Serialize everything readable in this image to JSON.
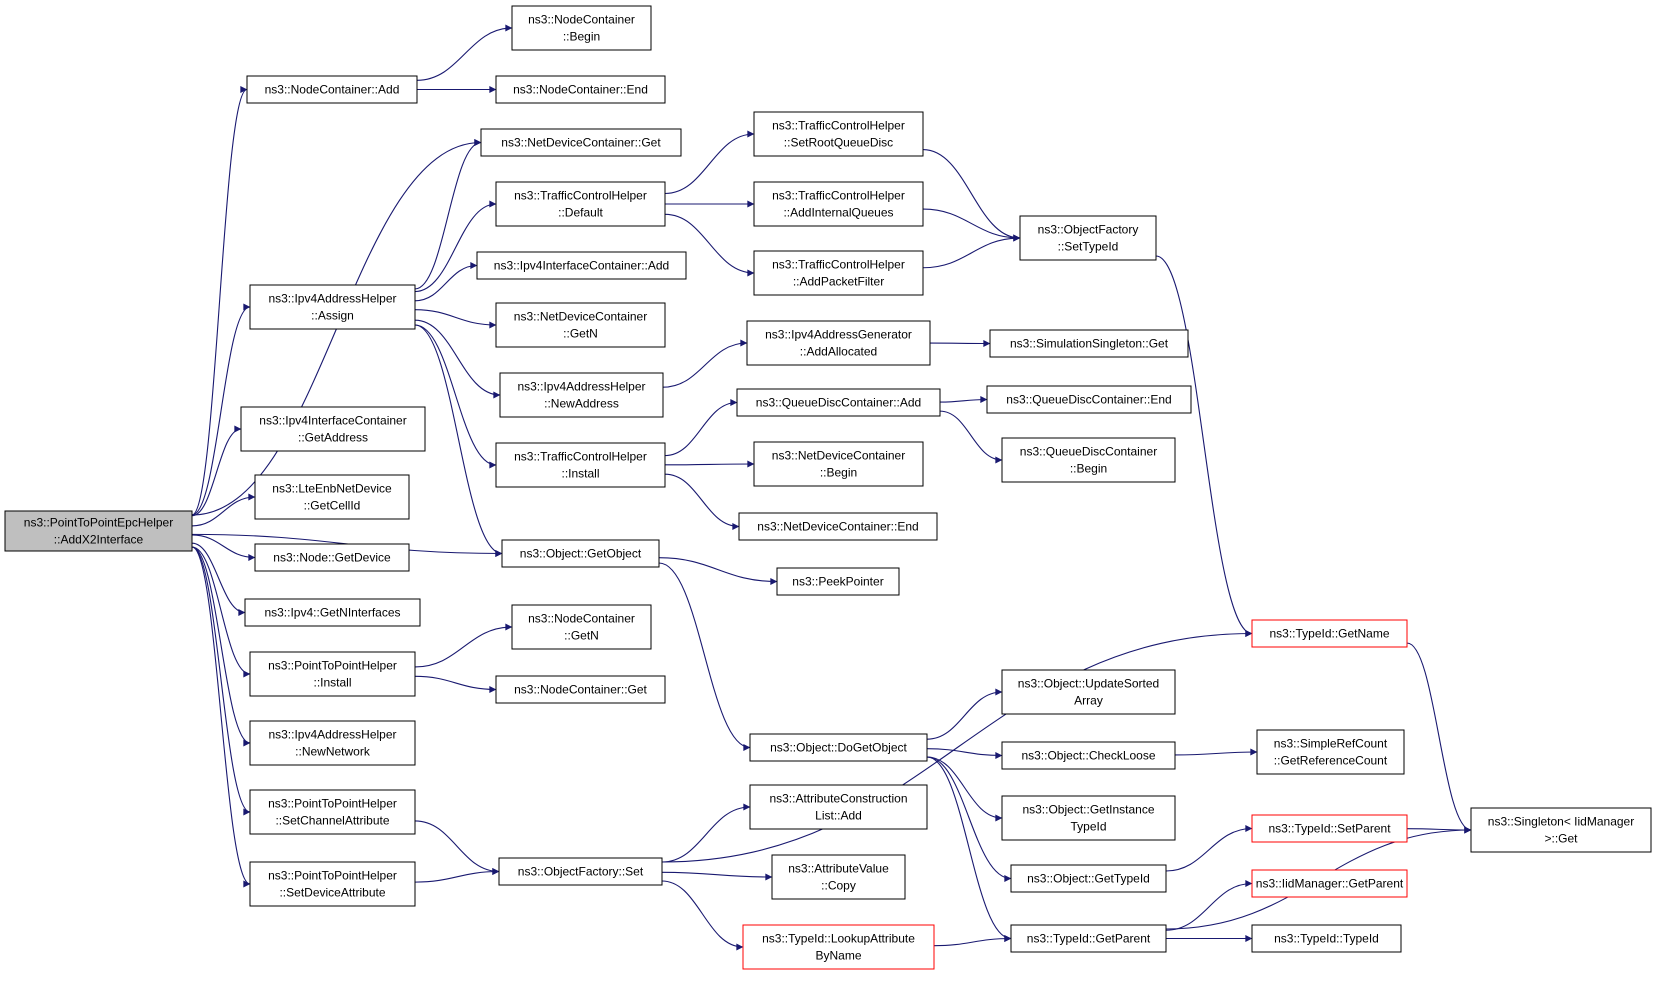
{
  "colors": {
    "edge": "#191970",
    "node_fill": "#ffffff",
    "node_border": "#000000",
    "root_fill": "#bfbfbf",
    "external_border": "#ff0000"
  },
  "nodes": {
    "root": {
      "lines": [
        "ns3::PointToPointEpcHelper",
        "::AddX2Interface"
      ],
      "kind": "root"
    },
    "nc_add": {
      "lines": [
        "ns3::NodeContainer::Add"
      ],
      "kind": "normal"
    },
    "nc_begin": {
      "lines": [
        "ns3::NodeContainer",
        "::Begin"
      ],
      "kind": "normal"
    },
    "nc_end": {
      "lines": [
        "ns3::NodeContainer::End"
      ],
      "kind": "normal"
    },
    "ndc_get": {
      "lines": [
        "ns3::NetDeviceContainer::Get"
      ],
      "kind": "normal"
    },
    "tch_default": {
      "lines": [
        "ns3::TrafficControlHelper",
        "::Default"
      ],
      "kind": "normal"
    },
    "tch_setroot": {
      "lines": [
        "ns3::TrafficControlHelper",
        "::SetRootQueueDisc"
      ],
      "kind": "normal"
    },
    "tch_addinternal": {
      "lines": [
        "ns3::TrafficControlHelper",
        "::AddInternalQueues"
      ],
      "kind": "normal"
    },
    "tch_addpacket": {
      "lines": [
        "ns3::TrafficControlHelper",
        "::AddPacketFilter"
      ],
      "kind": "normal"
    },
    "of_settypeid": {
      "lines": [
        "ns3::ObjectFactory",
        "::SetTypeId"
      ],
      "kind": "normal"
    },
    "iic_add": {
      "lines": [
        "ns3::Ipv4InterfaceContainer::Add"
      ],
      "kind": "normal"
    },
    "ipv4ah_assign": {
      "lines": [
        "ns3::Ipv4AddressHelper",
        "::Assign"
      ],
      "kind": "normal"
    },
    "ndc_getn": {
      "lines": [
        "ns3::NetDeviceContainer",
        "::GetN"
      ],
      "kind": "normal"
    },
    "ipv4ag_addalloc": {
      "lines": [
        "ns3::Ipv4AddressGenerator",
        "::AddAllocated"
      ],
      "kind": "normal"
    },
    "sim_singleton_get": {
      "lines": [
        "ns3::SimulationSingleton::Get"
      ],
      "kind": "normal"
    },
    "ipv4ah_newaddr": {
      "lines": [
        "ns3::Ipv4AddressHelper",
        "::NewAddress"
      ],
      "kind": "normal"
    },
    "qdc_add": {
      "lines": [
        "ns3::QueueDiscContainer::Add"
      ],
      "kind": "normal"
    },
    "qdc_end": {
      "lines": [
        "ns3::QueueDiscContainer::End"
      ],
      "kind": "normal"
    },
    "qdc_begin": {
      "lines": [
        "ns3::QueueDiscContainer",
        "::Begin"
      ],
      "kind": "normal"
    },
    "iic_getaddr": {
      "lines": [
        "ns3::Ipv4InterfaceContainer",
        "::GetAddress"
      ],
      "kind": "normal"
    },
    "tch_install": {
      "lines": [
        "ns3::TrafficControlHelper",
        "::Install"
      ],
      "kind": "normal"
    },
    "ndc_begin": {
      "lines": [
        "ns3::NetDeviceContainer",
        "::Begin"
      ],
      "kind": "normal"
    },
    "lte_getcellid": {
      "lines": [
        "ns3::LteEnbNetDevice",
        "::GetCellId"
      ],
      "kind": "normal"
    },
    "ndc_end": {
      "lines": [
        "ns3::NetDeviceContainer::End"
      ],
      "kind": "normal"
    },
    "node_getdevice": {
      "lines": [
        "ns3::Node::GetDevice"
      ],
      "kind": "normal"
    },
    "obj_getobject": {
      "lines": [
        "ns3::Object::GetObject"
      ],
      "kind": "normal"
    },
    "peekpointer": {
      "lines": [
        "ns3::PeekPointer"
      ],
      "kind": "normal"
    },
    "ipv4_getninterfaces": {
      "lines": [
        "ns3::Ipv4::GetNInterfaces"
      ],
      "kind": "normal"
    },
    "nc_getn": {
      "lines": [
        "ns3::NodeContainer",
        "::GetN"
      ],
      "kind": "normal"
    },
    "typeid_getname": {
      "lines": [
        "ns3::TypeId::GetName"
      ],
      "kind": "external"
    },
    "p2p_install": {
      "lines": [
        "ns3::PointToPointHelper",
        "::Install"
      ],
      "kind": "normal"
    },
    "nc_get": {
      "lines": [
        "ns3::NodeContainer::Get"
      ],
      "kind": "normal"
    },
    "obj_updatesorted": {
      "lines": [
        "ns3::Object::UpdateSorted",
        "Array"
      ],
      "kind": "normal"
    },
    "ipv4ah_newnetwork": {
      "lines": [
        "ns3::Ipv4AddressHelper",
        "::NewNetwork"
      ],
      "kind": "normal"
    },
    "obj_dogetobject": {
      "lines": [
        "ns3::Object::DoGetObject"
      ],
      "kind": "normal"
    },
    "obj_checkloose": {
      "lines": [
        "ns3::Object::CheckLoose"
      ],
      "kind": "normal"
    },
    "simplerefcount": {
      "lines": [
        "ns3::SimpleRefCount",
        "::GetReferenceCount"
      ],
      "kind": "normal"
    },
    "p2p_setchannel": {
      "lines": [
        "ns3::PointToPointHelper",
        "::SetChannelAttribute"
      ],
      "kind": "normal"
    },
    "attr_constr_add": {
      "lines": [
        "ns3::AttributeConstruction",
        "List::Add"
      ],
      "kind": "normal"
    },
    "obj_getinstance": {
      "lines": [
        "ns3::Object::GetInstance",
        "TypeId"
      ],
      "kind": "normal"
    },
    "typeid_setparent": {
      "lines": [
        "ns3::TypeId::SetParent"
      ],
      "kind": "external"
    },
    "singleton_get": {
      "lines": [
        "ns3::Singleton< IidManager",
        ">::Get"
      ],
      "kind": "normal"
    },
    "p2p_setdevice": {
      "lines": [
        "ns3::PointToPointHelper",
        "::SetDeviceAttribute"
      ],
      "kind": "normal"
    },
    "of_set": {
      "lines": [
        "ns3::ObjectFactory::Set"
      ],
      "kind": "normal"
    },
    "attrval_copy": {
      "lines": [
        "ns3::AttributeValue",
        "::Copy"
      ],
      "kind": "normal"
    },
    "obj_gettypeid": {
      "lines": [
        "ns3::Object::GetTypeId"
      ],
      "kind": "normal"
    },
    "iidmanager_getparent": {
      "lines": [
        "ns3::IidManager::GetParent"
      ],
      "kind": "external"
    },
    "typeid_lookupattr": {
      "lines": [
        "ns3::TypeId::LookupAttribute",
        "ByName"
      ],
      "kind": "external"
    },
    "typeid_getparent": {
      "lines": [
        "ns3::TypeId::GetParent"
      ],
      "kind": "normal"
    },
    "typeid_typeid": {
      "lines": [
        "ns3::TypeId::TypeId"
      ],
      "kind": "normal"
    }
  },
  "edges": [
    [
      "root",
      "nc_add"
    ],
    [
      "root",
      "ndc_get"
    ],
    [
      "root",
      "ipv4ah_assign"
    ],
    [
      "root",
      "obj_getobject"
    ],
    [
      "root",
      "iic_getaddr"
    ],
    [
      "root",
      "lte_getcellid"
    ],
    [
      "root",
      "node_getdevice"
    ],
    [
      "root",
      "ipv4_getninterfaces"
    ],
    [
      "root",
      "p2p_install"
    ],
    [
      "root",
      "ipv4ah_newnetwork"
    ],
    [
      "root",
      "p2p_setchannel"
    ],
    [
      "root",
      "p2p_setdevice"
    ],
    [
      "nc_add",
      "nc_begin"
    ],
    [
      "nc_add",
      "nc_end"
    ],
    [
      "ipv4ah_assign",
      "ndc_get"
    ],
    [
      "ipv4ah_assign",
      "tch_default"
    ],
    [
      "ipv4ah_assign",
      "iic_add"
    ],
    [
      "ipv4ah_assign",
      "ndc_getn"
    ],
    [
      "ipv4ah_assign",
      "ipv4ah_newaddr"
    ],
    [
      "ipv4ah_assign",
      "tch_install"
    ],
    [
      "ipv4ah_assign",
      "obj_getobject"
    ],
    [
      "tch_default",
      "tch_setroot"
    ],
    [
      "tch_default",
      "tch_addinternal"
    ],
    [
      "tch_default",
      "tch_addpacket"
    ],
    [
      "tch_setroot",
      "of_settypeid"
    ],
    [
      "tch_addinternal",
      "of_settypeid"
    ],
    [
      "tch_addpacket",
      "of_settypeid"
    ],
    [
      "of_settypeid",
      "typeid_getname"
    ],
    [
      "ipv4ah_newaddr",
      "ipv4ag_addalloc"
    ],
    [
      "ipv4ag_addalloc",
      "sim_singleton_get"
    ],
    [
      "tch_install",
      "qdc_add"
    ],
    [
      "tch_install",
      "ndc_begin"
    ],
    [
      "tch_install",
      "ndc_end"
    ],
    [
      "qdc_add",
      "qdc_end"
    ],
    [
      "qdc_add",
      "qdc_begin"
    ],
    [
      "obj_getobject",
      "peekpointer"
    ],
    [
      "obj_getobject",
      "obj_dogetobject"
    ],
    [
      "p2p_install",
      "nc_getn"
    ],
    [
      "p2p_install",
      "nc_get"
    ],
    [
      "p2p_setchannel",
      "of_set"
    ],
    [
      "p2p_setdevice",
      "of_set"
    ],
    [
      "of_set",
      "typeid_getname"
    ],
    [
      "of_set",
      "attr_constr_add"
    ],
    [
      "of_set",
      "attrval_copy"
    ],
    [
      "of_set",
      "typeid_lookupattr"
    ],
    [
      "typeid_getname",
      "singleton_get"
    ],
    [
      "obj_dogetobject",
      "obj_updatesorted"
    ],
    [
      "obj_dogetobject",
      "obj_checkloose"
    ],
    [
      "obj_dogetobject",
      "obj_getinstance"
    ],
    [
      "obj_dogetobject",
      "obj_gettypeid"
    ],
    [
      "obj_dogetobject",
      "typeid_getparent"
    ],
    [
      "obj_checkloose",
      "simplerefcount"
    ],
    [
      "obj_gettypeid",
      "typeid_setparent"
    ],
    [
      "typeid_setparent",
      "singleton_get"
    ],
    [
      "typeid_lookupattr",
      "typeid_getparent"
    ],
    [
      "typeid_getparent",
      "iidmanager_getparent"
    ],
    [
      "typeid_getparent",
      "typeid_typeid"
    ],
    [
      "typeid_getparent",
      "singleton_get"
    ]
  ]
}
